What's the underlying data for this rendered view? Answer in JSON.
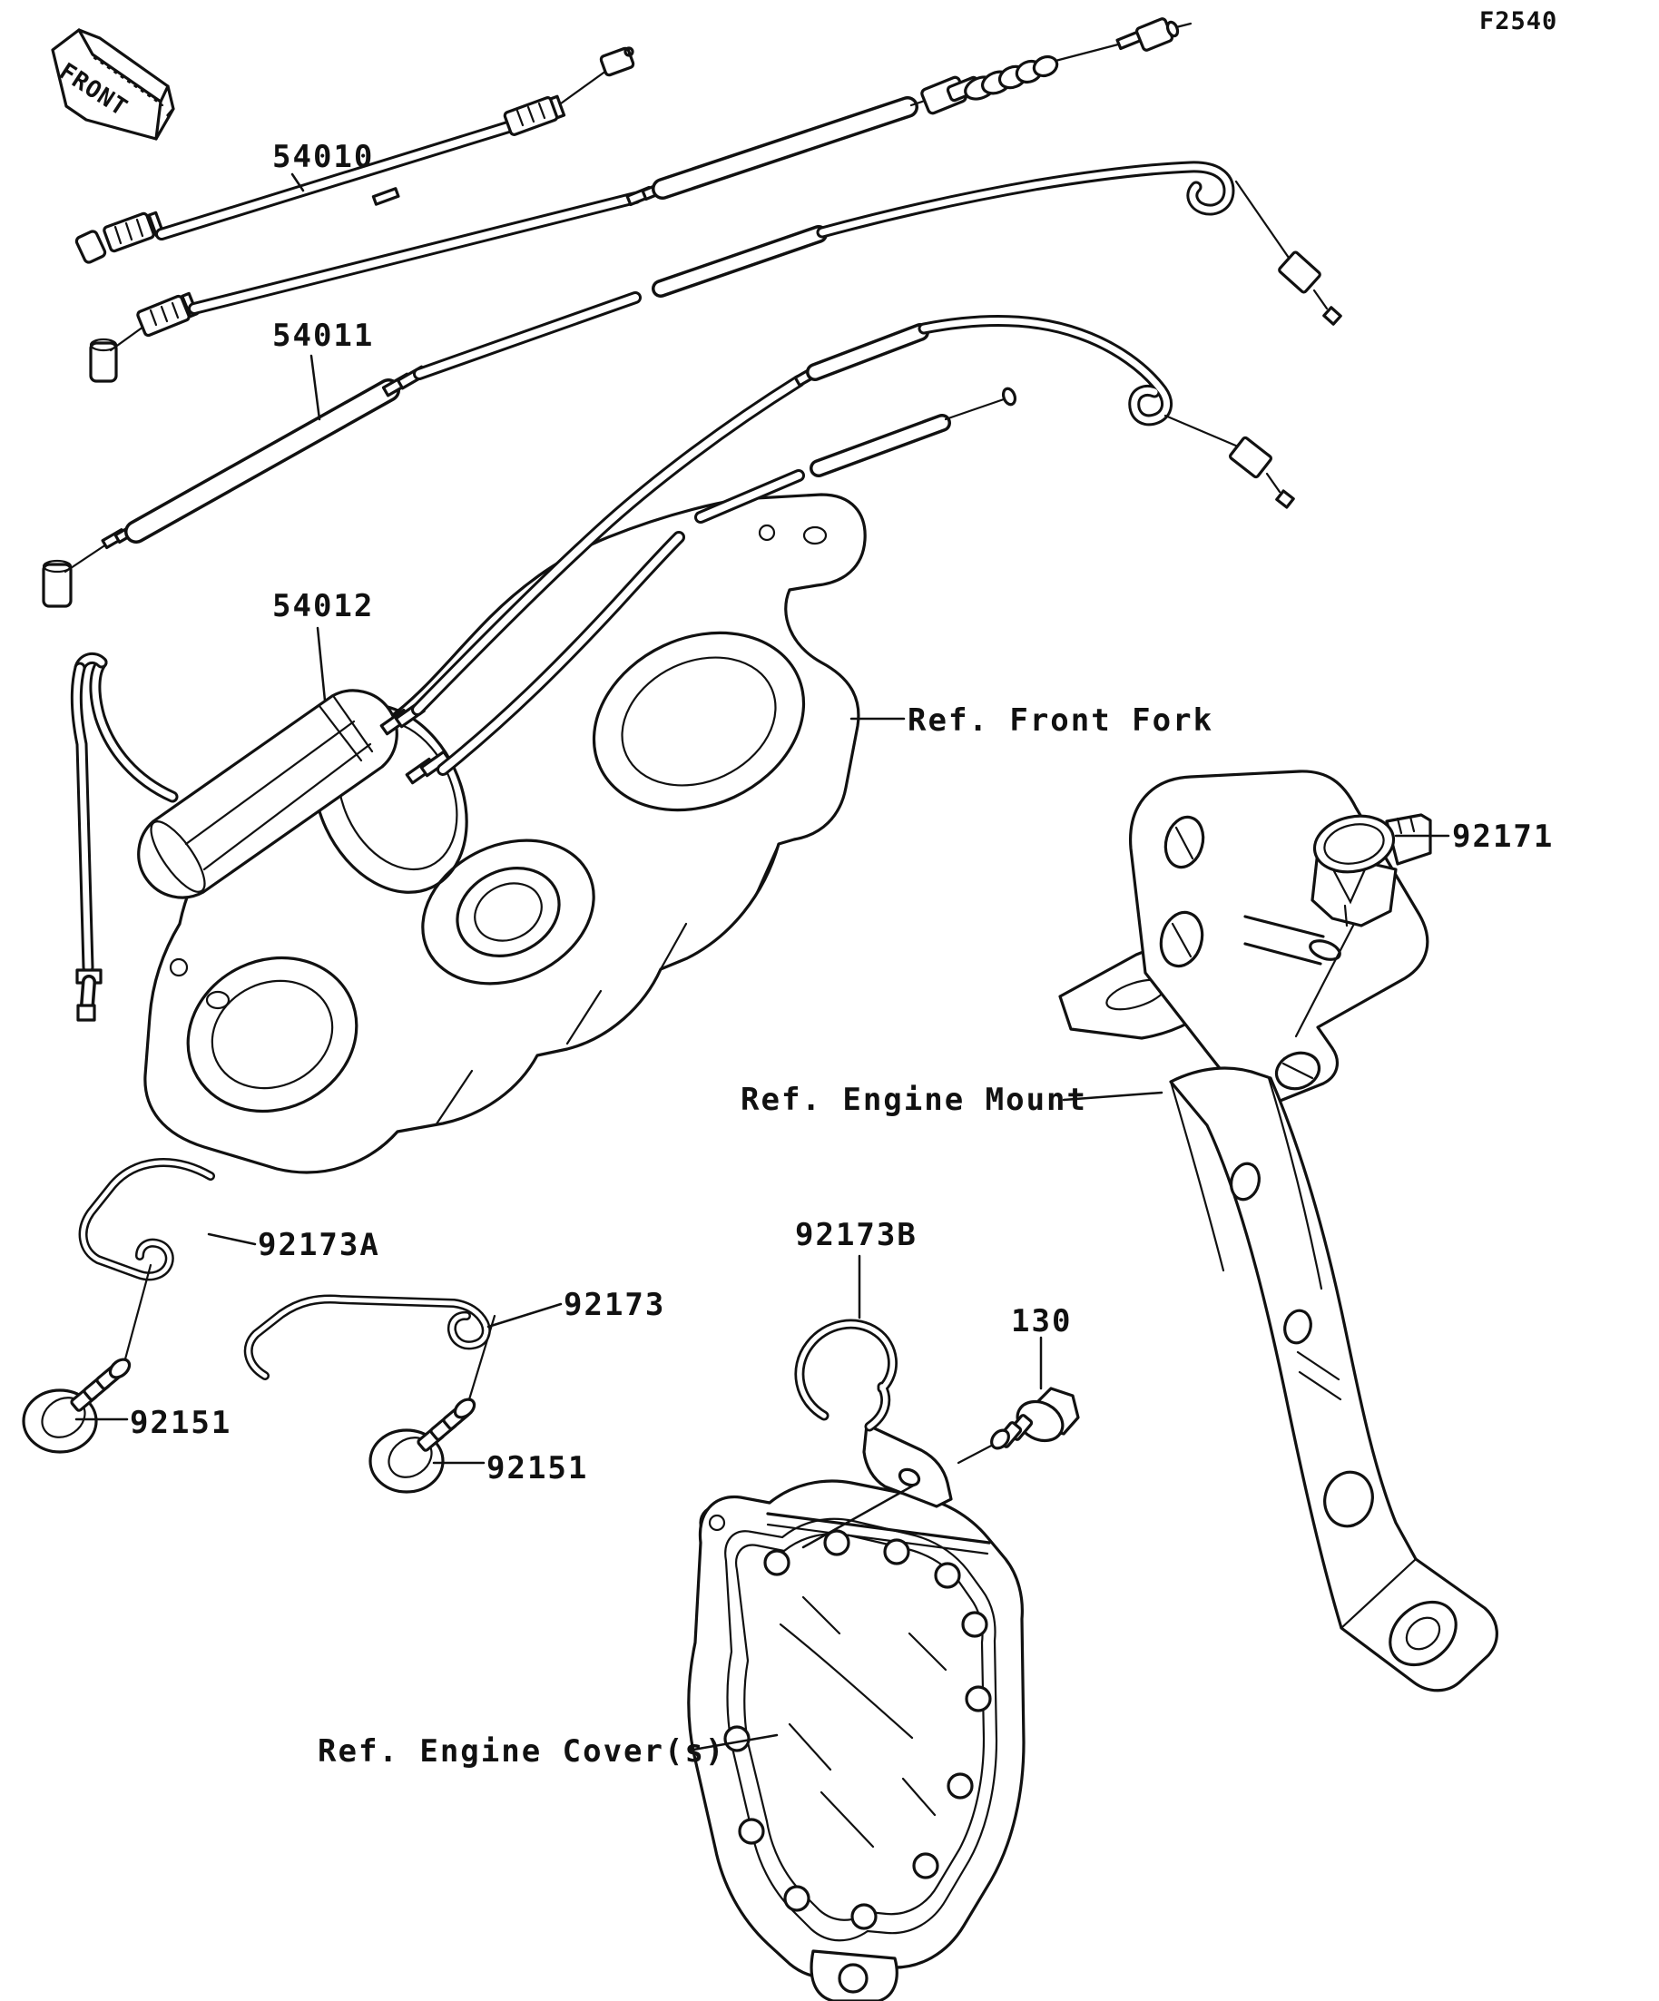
{
  "figure": {
    "code": "F2540",
    "front_marker": "FRONT"
  },
  "labels": {
    "cable_54010": "54010",
    "cable_54011": "54011",
    "cable_54012": "54012",
    "ref_front_fork": "Ref. Front Fork",
    "clamp_92171": "92171",
    "ref_engine_mount": "Ref. Engine Mount",
    "clip_92173a": "92173A",
    "clip_92173": "92173",
    "clip_92173b": "92173B",
    "bolt_130": "130",
    "bolt_92151_left": "92151",
    "bolt_92151_right": "92151",
    "ref_engine_cover": "Ref. Engine Cover(s)"
  },
  "colors": {
    "line": "#111111",
    "background": "#ffffff"
  }
}
